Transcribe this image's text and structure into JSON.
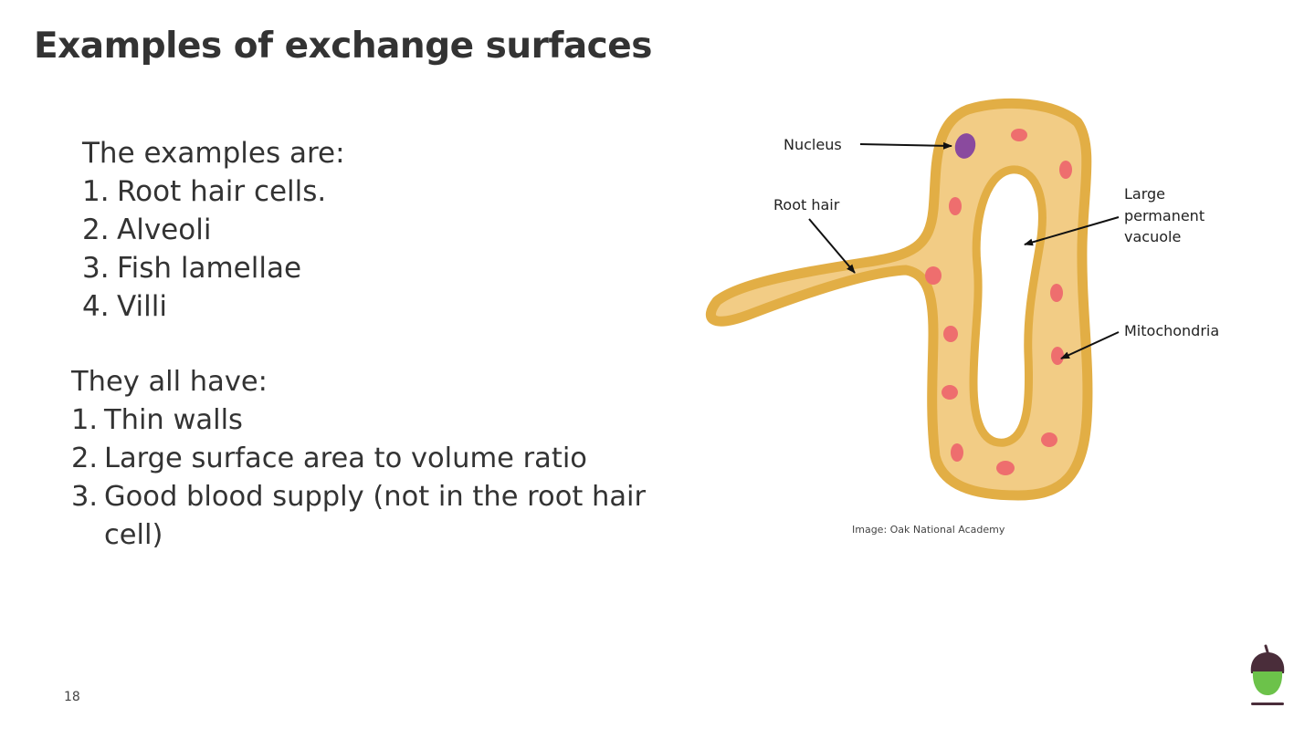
{
  "slide": {
    "title": "Examples of exchange surfaces",
    "page_number": "18",
    "image_credit": "Image: Oak National Academy"
  },
  "examples": {
    "lead": "The examples are:",
    "items": [
      {
        "num": "1.",
        "text": "Root hair cells."
      },
      {
        "num": "2.",
        "text": "Alveoli"
      },
      {
        "num": "3.",
        "text": "Fish lamellae"
      },
      {
        "num": "4.",
        "text": "Villi"
      }
    ]
  },
  "features": {
    "lead": "They all have:",
    "items": [
      {
        "num": "1.",
        "text": "Thin walls"
      },
      {
        "num": "2.",
        "text": "Large surface area to volume ratio"
      },
      {
        "num": "3.",
        "text": "Good blood supply (not in the root hair cell)"
      }
    ]
  },
  "diagram": {
    "labels": {
      "nucleus": "Nucleus",
      "root_hair": "Root hair",
      "vacuole_1": "Large",
      "vacuole_2": "permanent",
      "vacuole_3": "vacuole",
      "mitochondria": "Mitochondria"
    },
    "colors": {
      "cell_wall": "#e2ae45",
      "cytoplasm": "#f2cc85",
      "vacuole": "#ffffff",
      "nucleus": "#8a4a9e",
      "mitochondria": "#ee6e6e"
    }
  },
  "logo": {
    "icon": "acorn-icon",
    "colors": {
      "cap": "#4a2d3a",
      "body": "#6cc24a"
    }
  }
}
